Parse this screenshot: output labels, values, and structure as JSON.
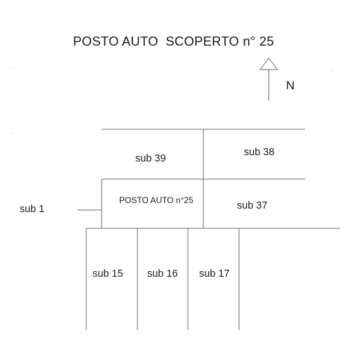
{
  "title": "POSTO AUTO  SCOPERTO n° 25",
  "north_label": "N",
  "units": {
    "sub39": "sub 39",
    "sub38": "sub 38",
    "sub37": "sub 37",
    "posto_auto": "POSTO AUTO n°25",
    "sub1": "sub 1",
    "sub15": "sub 15",
    "sub16": "sub 16",
    "sub17": "sub 17"
  },
  "colors": {
    "line": "#6e6e6e",
    "text": "#1a1a1a",
    "background": "#ffffff"
  }
}
